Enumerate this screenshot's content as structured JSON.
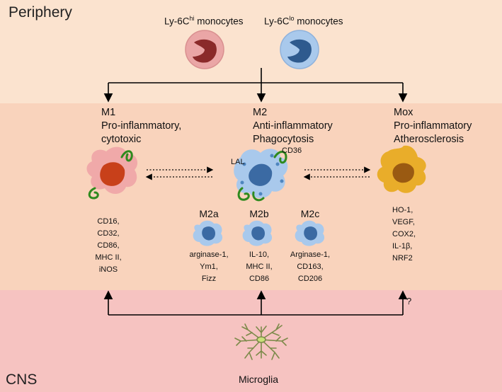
{
  "regions": {
    "periphery": "Periphery",
    "cns": "CNS"
  },
  "monocytes": {
    "hi": {
      "prefix": "Ly-6C",
      "superscript": "hi",
      "suffix": " monocytes"
    },
    "lo": {
      "prefix": "Ly-6C",
      "superscript": "lo",
      "suffix": " monocytes"
    }
  },
  "phenotypes": {
    "m1": {
      "title": "M1",
      "lines": [
        "Pro-inflammatory,",
        "cytotoxic"
      ],
      "markers": [
        "CD16,",
        "CD32,",
        "CD86,",
        "MHC II,",
        "iNOS"
      ]
    },
    "m2": {
      "title": "M2",
      "lines": [
        "Anti-inflammatory",
        "Phagocytosis"
      ],
      "cd36": "CD36",
      "lal": "LAL"
    },
    "mox": {
      "title": "Mox",
      "lines": [
        "Pro-inflammatory",
        "Atherosclerosis"
      ],
      "markers": [
        "HO-1,",
        "VEGF,",
        "COX2,",
        "IL-1β,",
        "NRF2"
      ]
    }
  },
  "subtypes": [
    {
      "name": "M2a",
      "markers": [
        "arginase-1,",
        "Ym1,",
        "Fizz"
      ]
    },
    {
      "name": "M2b",
      "markers": [
        "IL-10,",
        "MHC II,",
        "CD86"
      ]
    },
    {
      "name": "M2c",
      "markers": [
        "Arginase-1,",
        "CD163,",
        "CD206"
      ]
    }
  ],
  "question_mark": "?",
  "microglia": "Microglia",
  "colors": {
    "periphery_band": "#fbe3cf",
    "middle_band": "#f9d3bc",
    "cns_band": "#f6c3c1",
    "m1_nucleus": "#c8401a",
    "m2_cell": "#a9c9ec",
    "m2_nucleus": "#3b6aa3",
    "mox_cell": "#e9ad2a",
    "mox_nucleus": "#9a5a12",
    "receptor_green": "#2f8a1e",
    "microglia_green": "#7d8a4a"
  }
}
